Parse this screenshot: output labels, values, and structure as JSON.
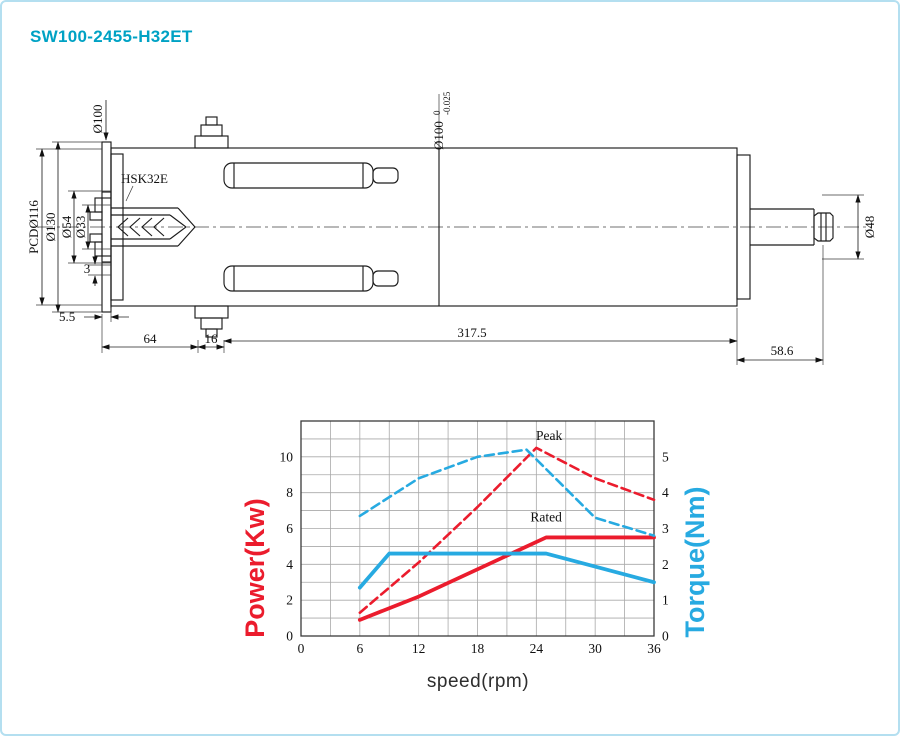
{
  "page": {
    "title": "SW100-2455-H32ET"
  },
  "colors": {
    "accent": "#00a2c4",
    "border": "#b4dff0",
    "power_red": "#eb1c2d",
    "torque_cyan": "#27aae1"
  },
  "drawing": {
    "hsk_label": "HSK32E",
    "dim_pcd116": "PCDØ116",
    "dim_d130": "Ø130",
    "dim_d54": "Ø54",
    "dim_d33": "Ø33",
    "dim_d100": "Ø100",
    "dim_d100_tol_nominal": "Ø100",
    "dim_d100_tol_upper": "0",
    "dim_d100_tol_lower": "-0.025",
    "dim_3": "3",
    "dim_5_5": "5.5",
    "dim_64": "64",
    "dim_16": "16",
    "dim_317_5": "317.5",
    "dim_58_6": "58.6",
    "dim_d48": "Ø48"
  },
  "chart_data": {
    "type": "line",
    "xlabel": "speed(rpm)",
    "ylabel_left": "Power(Kw)",
    "ylabel_right": "Torque(Nm)",
    "xlim": [
      0,
      36
    ],
    "x_ticks": [
      0,
      6,
      12,
      18,
      24,
      30,
      36
    ],
    "ylim_left": [
      0,
      12
    ],
    "yticks_left": [
      0,
      2,
      4,
      6,
      8,
      10
    ],
    "ylim_right": [
      0,
      6
    ],
    "yticks_right": [
      0,
      1,
      2,
      3,
      4,
      5
    ],
    "grid": {
      "x_step": 3,
      "y_step_left": 1,
      "color": "#a9a9a9"
    },
    "annotations": [
      {
        "text": "Peak",
        "x": 25.3,
        "y": 10.95
      },
      {
        "text": "Rated",
        "x": 25.0,
        "y": 6.4
      }
    ],
    "series": [
      {
        "name": "power-rated",
        "axis": "left",
        "color": "#eb1c2d",
        "style": "solid",
        "points": [
          [
            6,
            0.9
          ],
          [
            12,
            2.2
          ],
          [
            25,
            5.5
          ],
          [
            36,
            5.5
          ]
        ]
      },
      {
        "name": "power-peak",
        "axis": "left",
        "color": "#eb1c2d",
        "style": "dashed",
        "points": [
          [
            6,
            1.3
          ],
          [
            12,
            4.1
          ],
          [
            18,
            7.2
          ],
          [
            24,
            10.5
          ],
          [
            30,
            8.8
          ],
          [
            36,
            7.6
          ]
        ]
      },
      {
        "name": "torque-rated",
        "axis": "right",
        "color": "#27aae1",
        "style": "solid",
        "points": [
          [
            6,
            1.35
          ],
          [
            9,
            2.3
          ],
          [
            25,
            2.3
          ],
          [
            36,
            1.5
          ]
        ]
      },
      {
        "name": "torque-peak",
        "axis": "right",
        "color": "#27aae1",
        "style": "dashed",
        "points": [
          [
            6,
            3.35
          ],
          [
            12,
            4.4
          ],
          [
            18,
            5.0
          ],
          [
            23,
            5.2
          ],
          [
            30,
            3.3
          ],
          [
            36,
            2.8
          ]
        ]
      }
    ]
  }
}
